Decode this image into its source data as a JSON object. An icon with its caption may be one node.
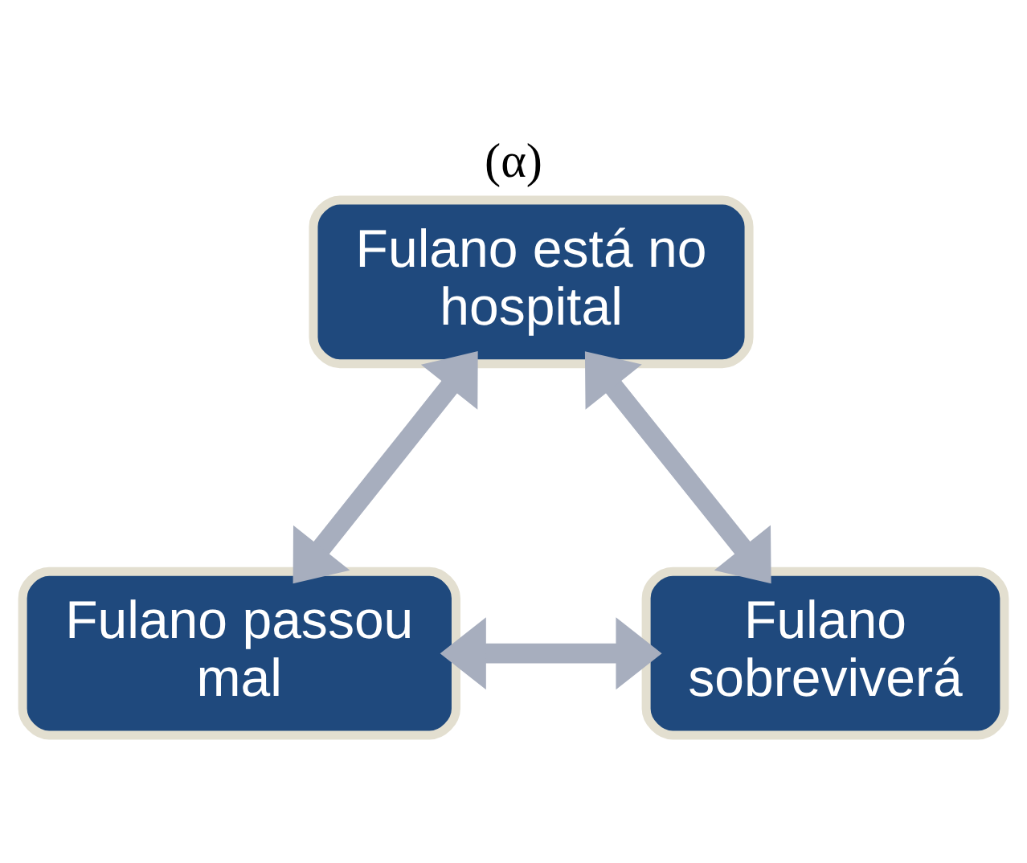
{
  "diagram": {
    "title": "(α)",
    "nodes": [
      {
        "text": [
          "Fulano está no hospital"
        ]
      },
      {
        "text": [
          "Fulano passou mal"
        ]
      },
      {
        "text": [
          "Fulano sobreviverá"
        ]
      }
    ],
    "edges": [
      {
        "from": 1,
        "to": 0,
        "arrow": "both"
      },
      {
        "from": 0,
        "to": 2,
        "arrow": "both"
      },
      {
        "from": 1,
        "to": 2,
        "arrow": "both"
      }
    ]
  }
}
